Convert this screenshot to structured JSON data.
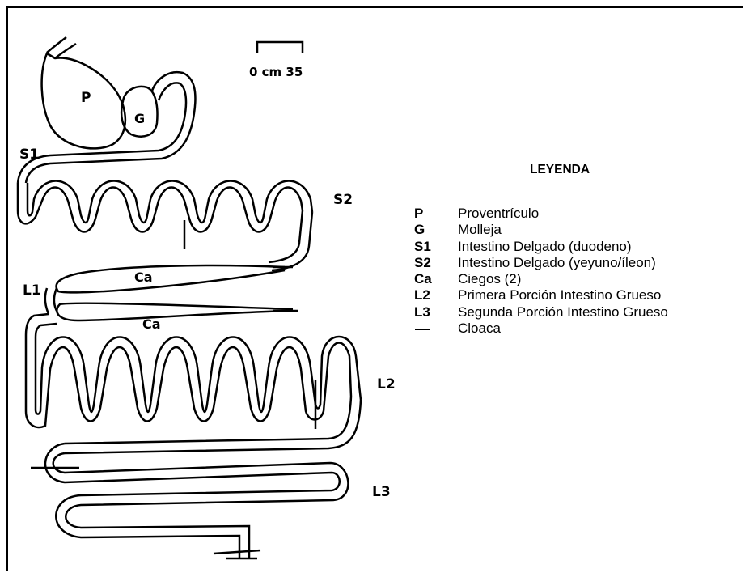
{
  "scale_bar": {
    "label": "0 cm 35"
  },
  "labels": {
    "proventriculus": "P",
    "gizzard": "G",
    "s1": "S1",
    "s2": "S2",
    "ca_upper": "Ca",
    "ca_lower": "Ca",
    "l1": "L1",
    "l2": "L2",
    "l3": "L3"
  },
  "legend": {
    "title": "LEYENDA",
    "items": [
      {
        "code": "P",
        "text": "Proventrículo"
      },
      {
        "code": "G",
        "text": "Molleja"
      },
      {
        "code": "S1",
        "text": "Intestino Delgado (duodeno)"
      },
      {
        "code": "S2",
        "text": "Intestino Delgado (yeyuno/íleon)"
      },
      {
        "code": "Ca",
        "text": "Ciegos (2)"
      },
      {
        "code": "L2",
        "text": "Primera Porción Intestino Grueso"
      },
      {
        "code": "L3",
        "text": "Segunda Porción Intestino Grueso"
      },
      {
        "code": "",
        "text": "Cloaca",
        "symbol": "dash"
      }
    ]
  }
}
